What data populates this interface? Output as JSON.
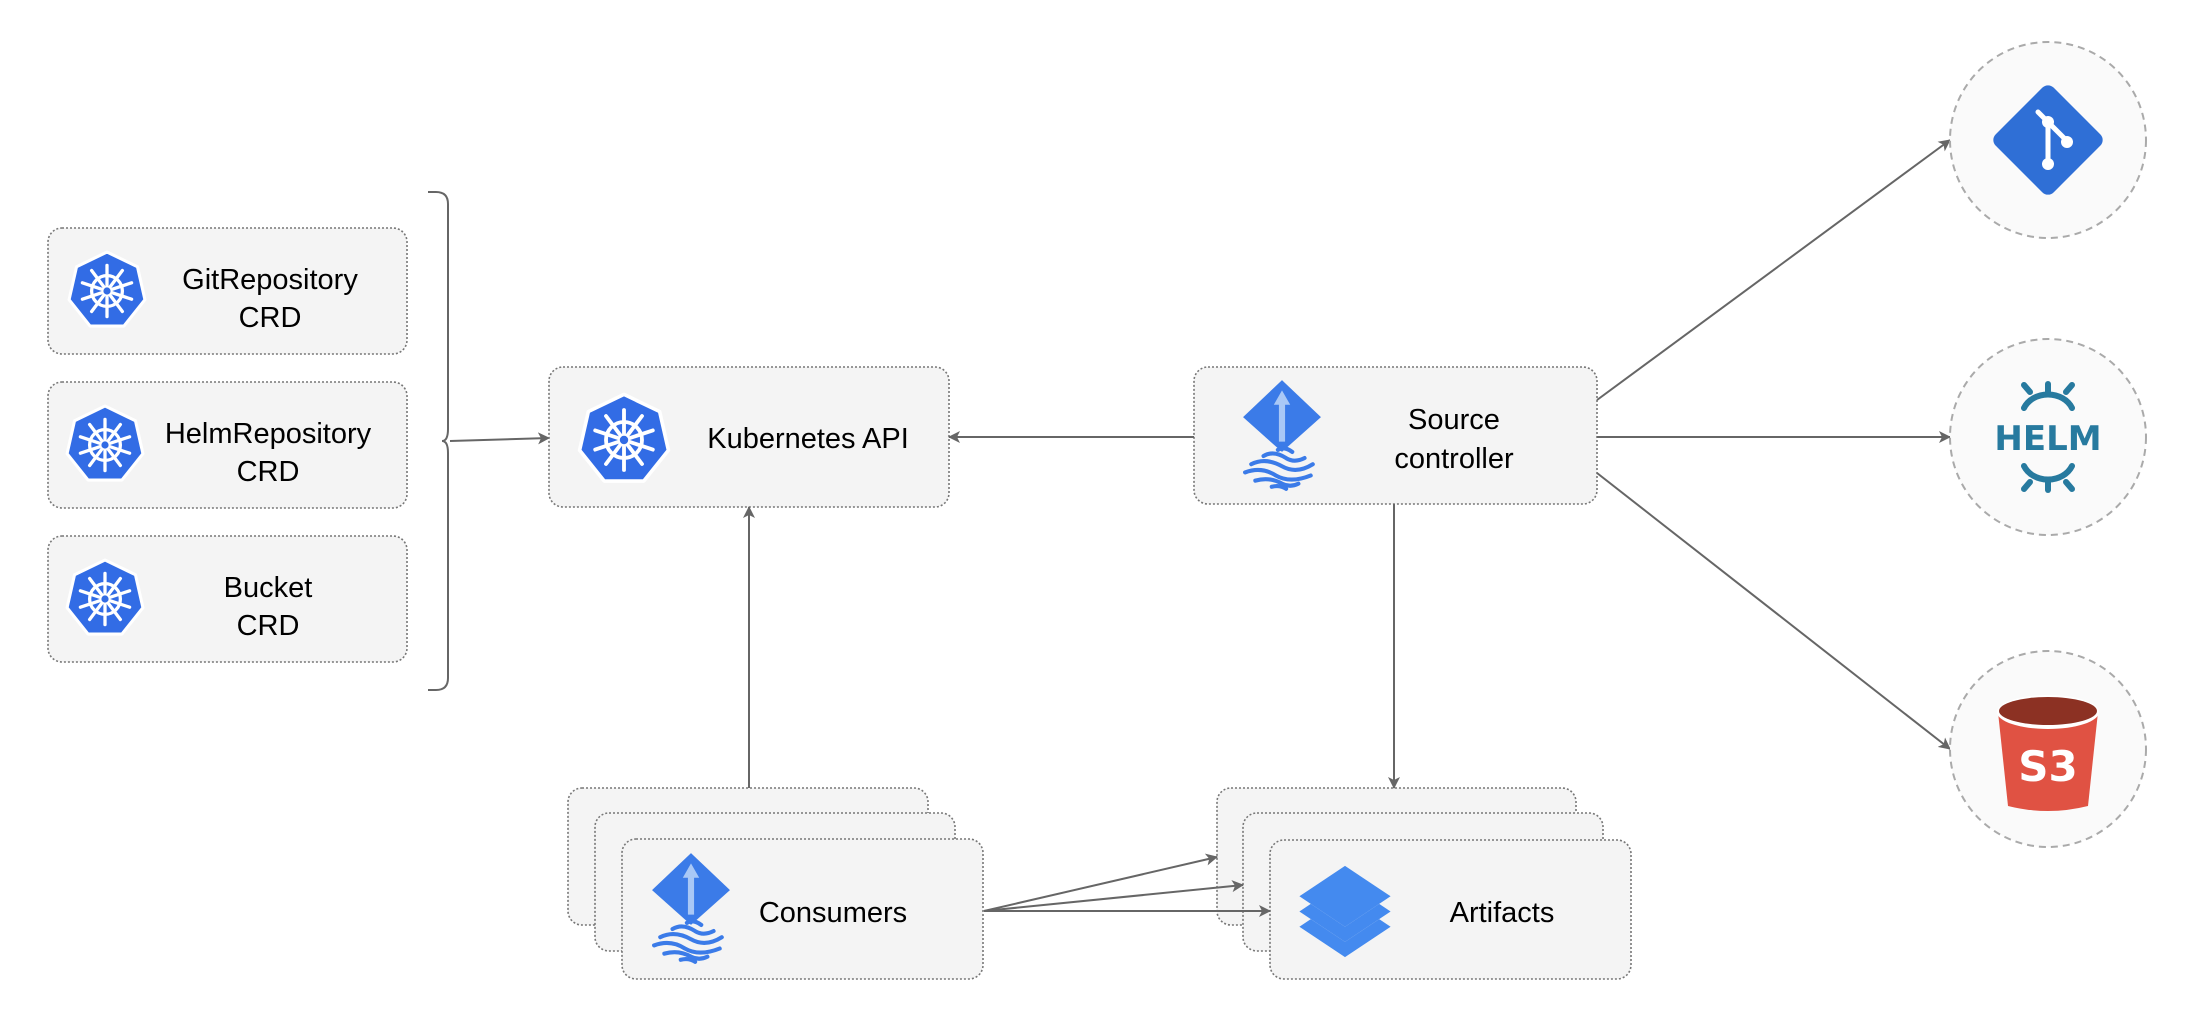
{
  "nodes": {
    "git_repository_crd": {
      "line1": "GitRepository",
      "line2": "CRD",
      "icon": "kubernetes-icon"
    },
    "helm_repository_crd": {
      "line1": "HelmRepository",
      "line2": "CRD",
      "icon": "kubernetes-icon"
    },
    "bucket_crd": {
      "line1": "Bucket",
      "line2": "CRD",
      "icon": "kubernetes-icon"
    },
    "kubernetes_api": {
      "label": "Kubernetes API",
      "icon": "kubernetes-icon"
    },
    "source_controller": {
      "line1": "Source",
      "line2": "controller",
      "icon": "flux-icon"
    },
    "consumers": {
      "label": "Consumers",
      "icon": "flux-icon"
    },
    "artifacts": {
      "label": "Artifacts",
      "icon": "layers-icon"
    },
    "git": {
      "icon": "git-icon"
    },
    "helm": {
      "icon": "helm-icon",
      "logo_text": "HELM"
    },
    "s3": {
      "icon": "s3-bucket-icon",
      "logo_text": "S3"
    }
  },
  "colors": {
    "kubernetes_blue": "#326ce5",
    "flux_blue": "#3b7be8",
    "layers_blue": "#448aef",
    "git_blue": "#2f6fd6",
    "helm_teal": "#277a9f",
    "s3_red": "#e05243",
    "s3_dark": "#8c3123",
    "edge": "#666666"
  }
}
